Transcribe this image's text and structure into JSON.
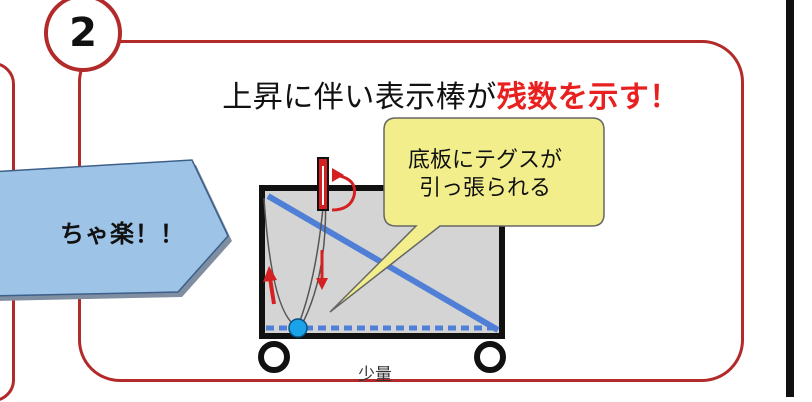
{
  "step": {
    "number": "2"
  },
  "headline": {
    "text_plain": "上昇に伴い表示棒が",
    "text_accent": "残数を示す！"
  },
  "callout": {
    "line1": "底板にテグスが",
    "line2": "引っ張られる"
  },
  "banner": {
    "text": "ちゃ楽！！"
  },
  "diagram": {
    "caption": "少量"
  },
  "colors": {
    "frame": "#b22a2a",
    "accent_text": "#e82020",
    "banner_fill": "#9dc3e6",
    "callout_fill": "#f2ee8c",
    "container_fill": "#d4d4d4",
    "board_blue": "#4f7fd6",
    "indicator_red": "#d42020",
    "ball": "#1aa3e8"
  }
}
